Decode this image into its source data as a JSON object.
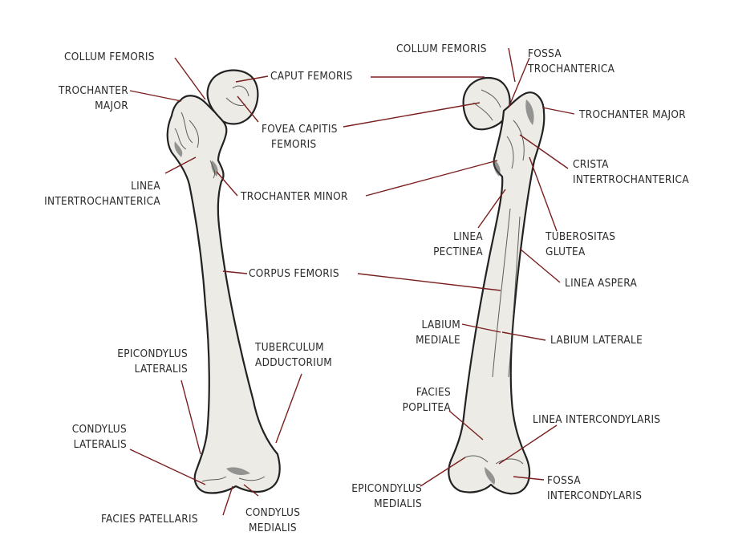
{
  "colors": {
    "leader": "#7a1f1f",
    "bone_fill": "#ecebe6",
    "outline": "#222222",
    "text": "#2a2a2a"
  },
  "left": {
    "collum_femoris": [
      "COLLUM FEMORIS"
    ],
    "trochanter_major": [
      "TROCHANTER",
      "MAJOR"
    ],
    "caput_femoris": [
      "CAPUT FEMORIS"
    ],
    "fovea_capitis": [
      "FOVEA CAPITIS",
      "FEMORIS"
    ],
    "linea_intertrochanterica": [
      "LINEA",
      "INTERTROCHANTERICA"
    ],
    "trochanter_minor": [
      "TROCHANTER MINOR"
    ],
    "corpus_femoris": [
      "CORPUS FEMORIS"
    ],
    "epicondylus_lateralis": [
      "EPICONDYLUS",
      "LATERALIS"
    ],
    "tuberculum_adductorium": [
      "TUBERCULUM",
      "ADDUCTORIUM"
    ],
    "condylus_lateralis": [
      "CONDYLUS",
      "LATERALIS"
    ],
    "facies_patellaris": [
      "FACIES PATELLARIS"
    ],
    "condylus_medialis": [
      "CONDYLUS",
      "MEDIALIS"
    ]
  },
  "right": {
    "collum_femoris": [
      "COLLUM FEMORIS"
    ],
    "fossa_trochanterica": [
      "FOSSA",
      "TROCHANTERICA"
    ],
    "trochanter_major": [
      "TROCHANTER MAJOR"
    ],
    "crista_intertrochanterica": [
      "CRISTA",
      "INTERTROCHANTERICA"
    ],
    "linea_pectinea": [
      "LINEA",
      "PECTINEA"
    ],
    "tuberositas_glutea": [
      "TUBEROSITAS",
      "GLUTEA"
    ],
    "linea_aspera": [
      "LINEA ASPERA"
    ],
    "labium_mediale": [
      "LABIUM",
      "MEDIALE"
    ],
    "labium_laterale": [
      "LABIUM LATERALE"
    ],
    "facies_poplitea": [
      "FACIES",
      "POPLITEA"
    ],
    "linea_intercondylaris": [
      "LINEA INTERCONDYLARIS"
    ],
    "epicondylus_medialis": [
      "EPICONDYLUS",
      "MEDIALIS"
    ],
    "fossa_intercondylaris": [
      "FOSSA",
      "INTERCONDYLARIS"
    ]
  }
}
